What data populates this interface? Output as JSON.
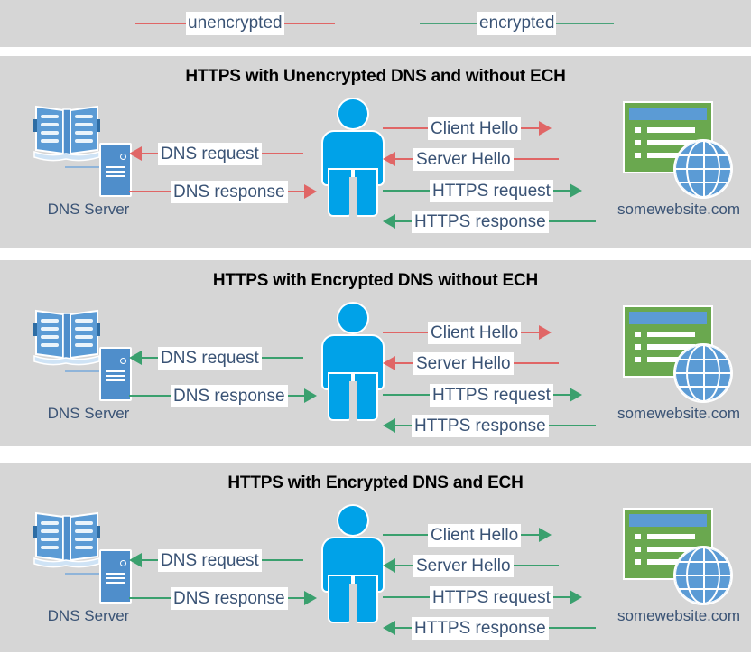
{
  "legend": {
    "items": [
      {
        "label": "unencrypted",
        "color": "#e06666",
        "name": "legend-unencrypted"
      },
      {
        "label": "encrypted",
        "color": "#4aa37a",
        "name": "legend-encrypted"
      }
    ]
  },
  "colors": {
    "panel_bg": "#d6d6d6",
    "page_bg": "#ffffff",
    "red": "#e06666",
    "green": "#3aa06e",
    "text_slate": "#3a5375",
    "person_blue": "#00a2e8",
    "site_green": "#6aa84f",
    "site_blue": "#5b9bd5",
    "book_blue": "#4f8ecb"
  },
  "labels": {
    "dns_server": "DNS Server",
    "website": "somewebsite.com"
  },
  "panels": [
    {
      "id": "panel-unencrypted-dns-no-ech",
      "title": "HTTPS with Unencrypted DNS and without ECH",
      "left_flows": [
        {
          "label": "DNS request",
          "direction": "left",
          "color": "#e06666"
        },
        {
          "label": "DNS response",
          "direction": "right",
          "color": "#e06666"
        }
      ],
      "right_flows": [
        {
          "label": "Client Hello",
          "direction": "right",
          "color": "#e06666"
        },
        {
          "label": "Server Hello",
          "direction": "left",
          "color": "#e06666"
        },
        {
          "label": "HTTPS request",
          "direction": "right",
          "color": "#3aa06e"
        },
        {
          "label": "HTTPS response",
          "direction": "left",
          "color": "#3aa06e"
        }
      ]
    },
    {
      "id": "panel-encrypted-dns-no-ech",
      "title": "HTTPS with Encrypted DNS without ECH",
      "left_flows": [
        {
          "label": "DNS request",
          "direction": "left",
          "color": "#3aa06e"
        },
        {
          "label": "DNS response",
          "direction": "right",
          "color": "#3aa06e"
        }
      ],
      "right_flows": [
        {
          "label": "Client Hello",
          "direction": "right",
          "color": "#e06666"
        },
        {
          "label": "Server Hello",
          "direction": "left",
          "color": "#e06666"
        },
        {
          "label": "HTTPS request",
          "direction": "right",
          "color": "#3aa06e"
        },
        {
          "label": "HTTPS response",
          "direction": "left",
          "color": "#3aa06e"
        }
      ]
    },
    {
      "id": "panel-encrypted-dns-and-ech",
      "title": "HTTPS with Encrypted DNS and ECH",
      "left_flows": [
        {
          "label": "DNS request",
          "direction": "left",
          "color": "#3aa06e"
        },
        {
          "label": "DNS response",
          "direction": "right",
          "color": "#3aa06e"
        }
      ],
      "right_flows": [
        {
          "label": "Client Hello",
          "direction": "right",
          "color": "#3aa06e"
        },
        {
          "label": "Server Hello",
          "direction": "left",
          "color": "#3aa06e"
        },
        {
          "label": "HTTPS request",
          "direction": "right",
          "color": "#3aa06e"
        },
        {
          "label": "HTTPS response",
          "direction": "left",
          "color": "#3aa06e"
        }
      ]
    }
  ]
}
